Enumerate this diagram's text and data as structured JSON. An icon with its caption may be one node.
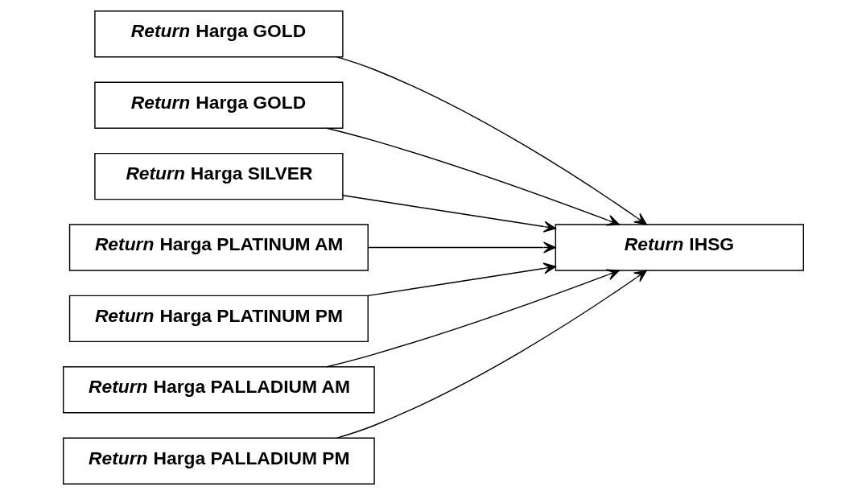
{
  "diagram": {
    "nodes": [
      {
        "text": [
          "*Return* Harga GOLD"
        ]
      },
      {
        "text": [
          "*Return* Harga GOLD"
        ]
      },
      {
        "text": [
          "*Return* Harga SILVER"
        ]
      },
      {
        "text": [
          "*Return* Harga PLATINUM AM"
        ]
      },
      {
        "text": [
          "*Return* Harga PLATINUM PM"
        ]
      },
      {
        "text": [
          "*Return* Harga PALLADIUM AM"
        ]
      },
      {
        "text": [
          "*Return* Harga PALLADIUM PM"
        ]
      },
      {
        "text": [
          "*Return* IHSG"
        ]
      }
    ],
    "edges": [
      {
        "from": 0,
        "to": 7,
        "arrow": "to"
      },
      {
        "from": 1,
        "to": 7,
        "arrow": "to"
      },
      {
        "from": 2,
        "to": 7,
        "arrow": "to"
      },
      {
        "from": 3,
        "to": 7,
        "arrow": "to"
      },
      {
        "from": 4,
        "to": 7,
        "arrow": "to"
      },
      {
        "from": 5,
        "to": 7,
        "arrow": "to"
      },
      {
        "from": 6,
        "to": 7,
        "arrow": "to"
      }
    ]
  }
}
